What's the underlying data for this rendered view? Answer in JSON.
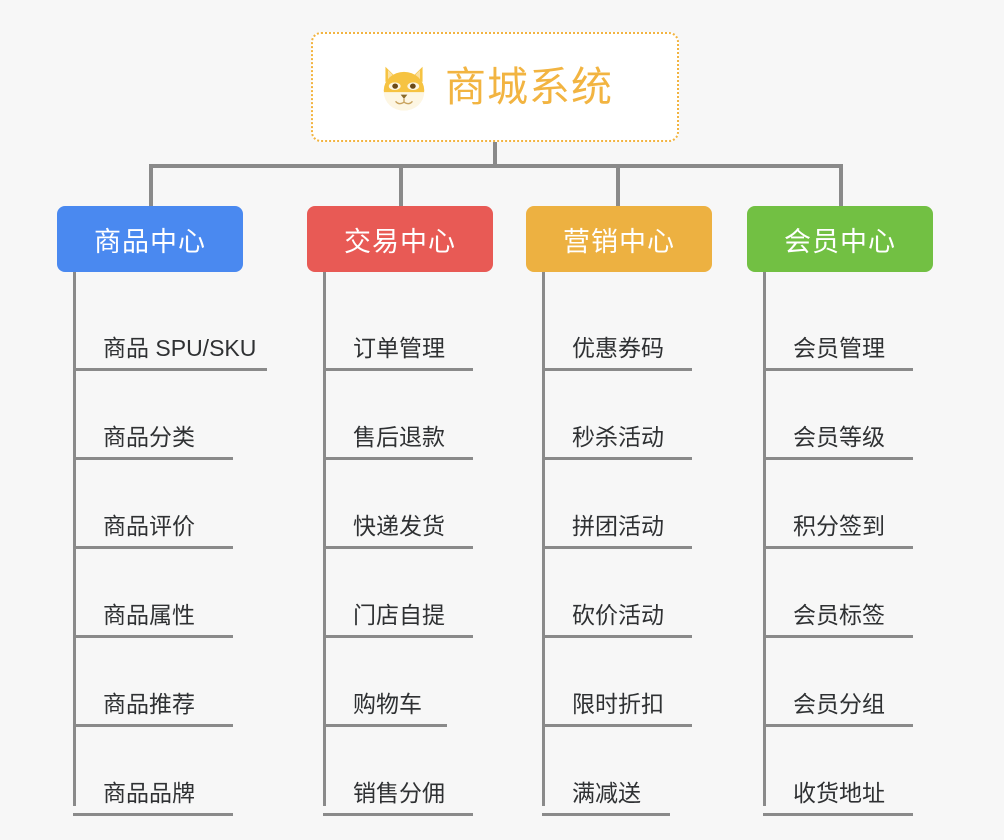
{
  "root": {
    "title": "商城系统",
    "emoji_name": "shiba-dog-face-emoji",
    "border_color": "#f2b441",
    "text_color": "#f2b441",
    "background": "#ffffff"
  },
  "canvas": {
    "background": "#f7f7f7",
    "connector_color": "#8a8a8a"
  },
  "columns": [
    {
      "category": "商品中心",
      "color": "#4a89f0",
      "items": [
        "商品 SPU/SKU",
        "商品分类",
        "商品评价",
        "商品属性",
        "商品推荐",
        "商品品牌"
      ]
    },
    {
      "category": "交易中心",
      "color": "#e85a55",
      "items": [
        "订单管理",
        "售后退款",
        "快递发货",
        "门店自提",
        "购物车",
        "销售分佣"
      ]
    },
    {
      "category": "营销中心",
      "color": "#edb141",
      "items": [
        "优惠券码",
        "秒杀活动",
        "拼团活动",
        "砍价活动",
        "限时折扣",
        "满减送"
      ]
    },
    {
      "category": "会员中心",
      "color": "#72c043",
      "items": [
        "会员管理",
        "会员等级",
        "积分签到",
        "会员标签",
        "会员分组",
        "收货地址"
      ]
    }
  ]
}
